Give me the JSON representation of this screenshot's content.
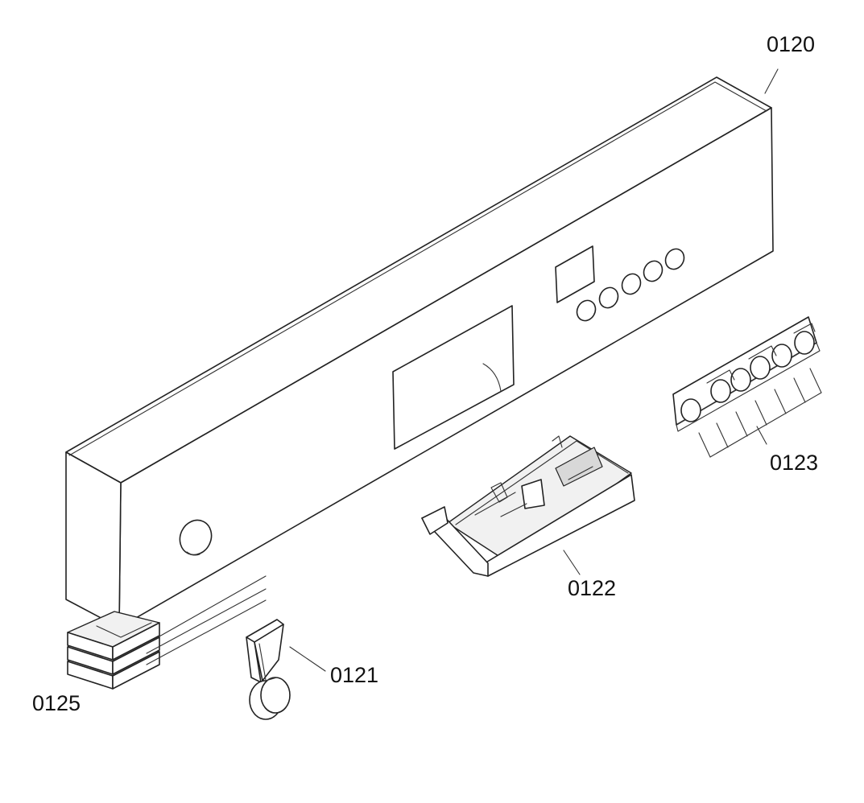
{
  "labels": {
    "part_0120": "0120",
    "part_0121": "0121",
    "part_0122": "0122",
    "part_0123": "0123",
    "part_0125": "0125"
  }
}
